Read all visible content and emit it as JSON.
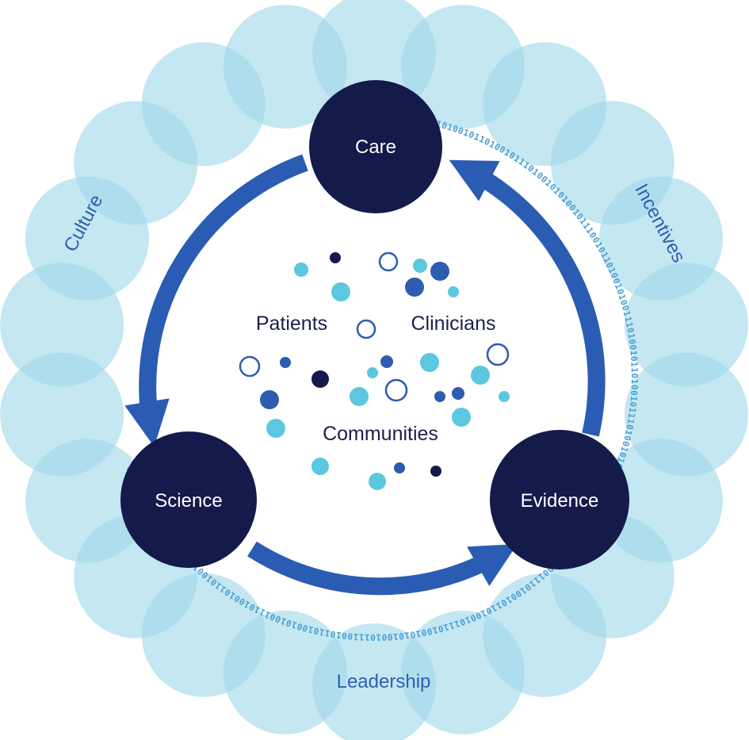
{
  "colors": {
    "ring_bubble": "#9fd8ea",
    "node_fill": "#141a4a",
    "arrow": "#2b5cb3",
    "binary_text": "#4a9fd4",
    "ring_label": "#2f5fb0",
    "center_label": "#1c1f4a",
    "dot_light": "#5cc8e0",
    "dot_mid": "#2d5cb0",
    "dot_dark": "#141a4a"
  },
  "nodes": {
    "care": "Care",
    "science": "Science",
    "evidence": "Evidence"
  },
  "center": {
    "patients": "Patients",
    "clinicians": "Clinicians",
    "communities": "Communities"
  },
  "ring_labels": {
    "culture": "Culture",
    "incentives": "Incentives",
    "leadership": "Leadership"
  },
  "binary_pattern": "0101101001110100101101001011101001010100101110010110100101001110100101101001011101001010100101110010110100101001110100101101001011101001010100101110010110100101001110100101101001011101001010100101110"
}
